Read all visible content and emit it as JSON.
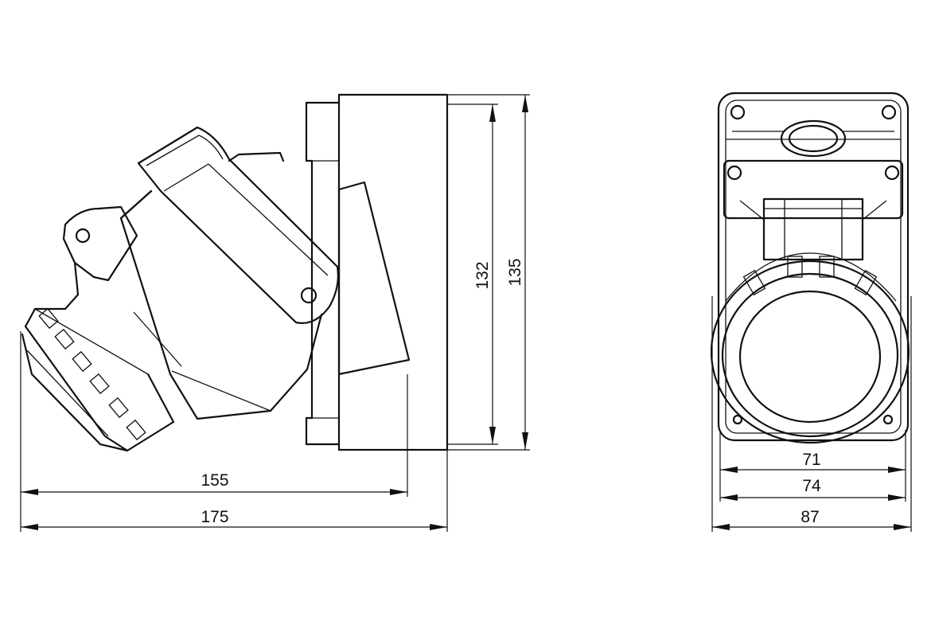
{
  "side_view": {
    "dimensions": {
      "width_155": "155",
      "width_175": "175",
      "height_132": "132",
      "height_135": "135"
    }
  },
  "front_view": {
    "dimensions": {
      "width_71": "71",
      "width_74": "74",
      "width_87": "87"
    }
  },
  "colors": {
    "line": "#111111",
    "background": "#ffffff"
  }
}
